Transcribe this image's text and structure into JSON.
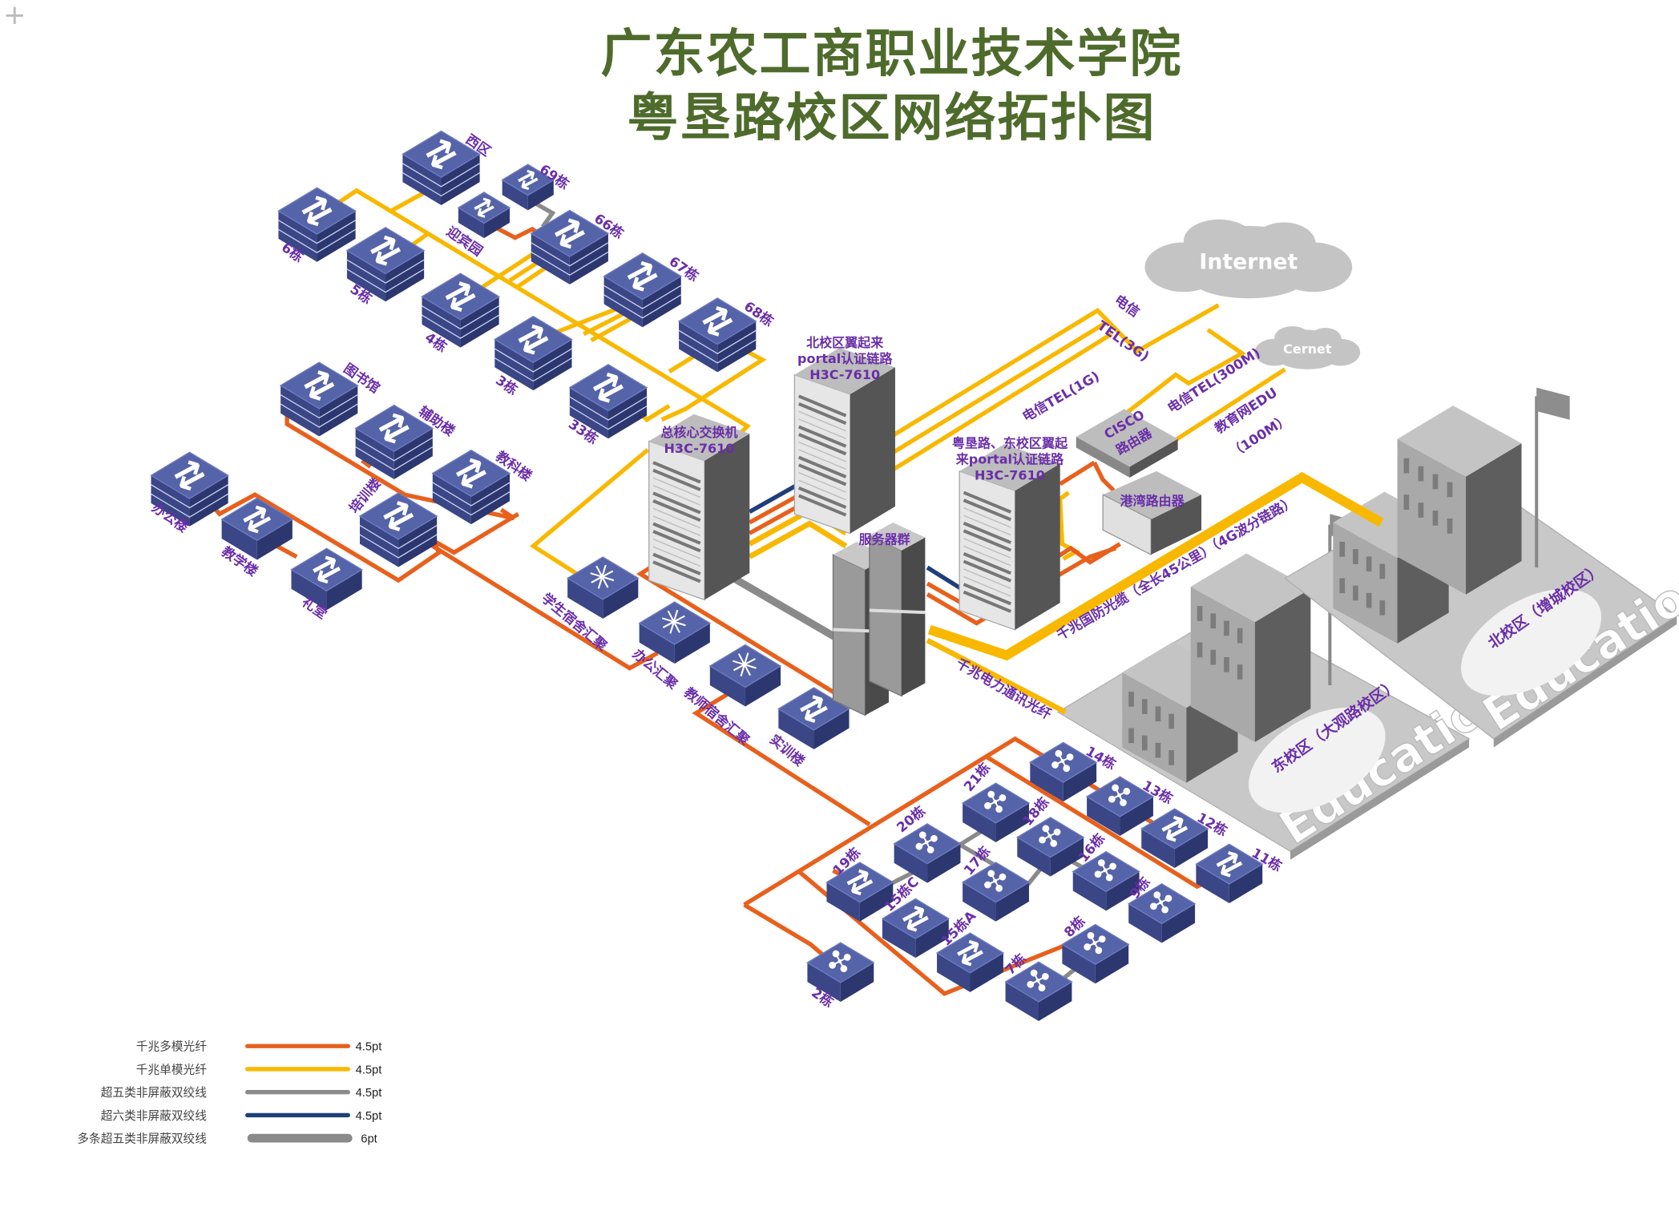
{
  "title": {
    "line1": "广东农工商职业技术学院",
    "line2": "粤垦路校区网络拓扑图"
  },
  "colors": {
    "multimode_fiber": "#e8601c",
    "singlemode_fiber": "#f9b800",
    "cat5e": "#8a8a8a",
    "cat6": "#1f3f7a",
    "device": "#4b5aa0",
    "label": "#6a2ea8",
    "title": "#4e6b2c"
  },
  "nodes": [
    {
      "label": "西区",
      "icon": "stacked-switch-icon"
    },
    {
      "label": "6栋",
      "icon": "stacked-switch-icon"
    },
    {
      "label": "5栋",
      "icon": "stacked-switch-icon"
    },
    {
      "label": "4栋",
      "icon": "stacked-switch-icon"
    },
    {
      "label": "3栋",
      "icon": "stacked-switch-icon"
    },
    {
      "label": "33栋",
      "icon": "stacked-switch-icon"
    },
    {
      "label": "69栋",
      "icon": "switch-icon"
    },
    {
      "label": "迎宾园",
      "icon": "switch-icon"
    },
    {
      "label": "66栋",
      "icon": "stacked-switch-icon"
    },
    {
      "label": "67栋",
      "icon": "stacked-switch-icon"
    },
    {
      "label": "68栋",
      "icon": "stacked-switch-icon"
    },
    {
      "label": "图书馆",
      "icon": "stacked-switch-icon"
    },
    {
      "label": "辅助楼",
      "icon": "stacked-switch-icon"
    },
    {
      "label": "教科楼",
      "icon": "stacked-switch-icon"
    },
    {
      "label": "培训楼",
      "icon": "stacked-switch-icon"
    },
    {
      "label": "办公楼",
      "icon": "stacked-switch-icon"
    },
    {
      "label": "教学楼",
      "icon": "switch-icon"
    },
    {
      "label": "礼堂",
      "icon": "switch-icon"
    },
    {
      "label": "学生宿舍汇聚",
      "icon": "aggregation-switch-icon"
    },
    {
      "label": "办公汇聚",
      "icon": "aggregation-switch-icon"
    },
    {
      "label": "教师宿舍汇聚",
      "icon": "aggregation-switch-icon"
    },
    {
      "label": "实训楼",
      "icon": "switch-icon"
    },
    {
      "label": "14栋",
      "icon": "router-icon"
    },
    {
      "label": "13栋",
      "icon": "router-icon"
    },
    {
      "label": "12栋",
      "icon": "switch-icon"
    },
    {
      "label": "11栋",
      "icon": "switch-icon"
    },
    {
      "label": "21栋",
      "icon": "router-icon"
    },
    {
      "label": "20栋",
      "icon": "router-icon"
    },
    {
      "label": "18栋",
      "icon": "router-icon"
    },
    {
      "label": "16栋",
      "icon": "router-icon"
    },
    {
      "label": "17栋",
      "icon": "router-icon"
    },
    {
      "label": "9栋",
      "icon": "router-icon"
    },
    {
      "label": "19栋",
      "icon": "switch-icon"
    },
    {
      "label": "15栋C",
      "icon": "switch-icon"
    },
    {
      "label": "15栋A",
      "icon": "switch-icon"
    },
    {
      "label": "2栋",
      "icon": "router-icon"
    },
    {
      "label": "8栋",
      "icon": "router-icon"
    },
    {
      "label": "7栋",
      "icon": "router-icon"
    }
  ],
  "racks": {
    "core": {
      "lines": [
        "总核心交换机",
        "H3C-7610"
      ]
    },
    "north": {
      "lines": [
        "北校区翼起来",
        "portal认证链路",
        "H3C-7610"
      ]
    },
    "east": {
      "lines": [
        "粤垦路、东校区翼起",
        "来portal认证链路",
        "H3C-7610"
      ]
    },
    "servers": {
      "lines": [
        "服务器群"
      ]
    },
    "cisco": {
      "lines": [
        "CISCO",
        "路由器"
      ]
    },
    "gangwan": {
      "lines": [
        "港湾路由器"
      ]
    }
  },
  "clouds": {
    "internet": "Internet",
    "cernet": "Cernet"
  },
  "campuses": {
    "east": {
      "label": "东校区（大观路校区）",
      "logo": "Education"
    },
    "north": {
      "label": "北校区（增城校区）",
      "logo": "Education"
    }
  },
  "link_labels": {
    "tel_3g_1": "电信",
    "tel_3g_2": "TEL(3G)",
    "tel_1g": "电信TEL(1G)",
    "tel_300m": "电信TEL(300M)",
    "edu_1": "教育网EDU",
    "edu_2": "（100M）",
    "defense_fiber": "千兆国防光缆（全长45公里）（4G波分链路）",
    "power_fiber": "千兆电力通讯光纤"
  },
  "legend": [
    {
      "label": "千兆多模光纤",
      "color": "#e8601c",
      "width": "4.5pt"
    },
    {
      "label": "千兆单模光纤",
      "color": "#f9b800",
      "width": "4.5pt"
    },
    {
      "label": "超五类非屏蔽双绞线",
      "color": "#8a8a8a",
      "width": "4.5pt"
    },
    {
      "label": "超六类非屏蔽双绞线",
      "color": "#1f3f7a",
      "width": "4.5pt"
    },
    {
      "label": "多条超五类非屏蔽双绞线",
      "color": "#8a8a8a",
      "width": "6pt"
    }
  ]
}
